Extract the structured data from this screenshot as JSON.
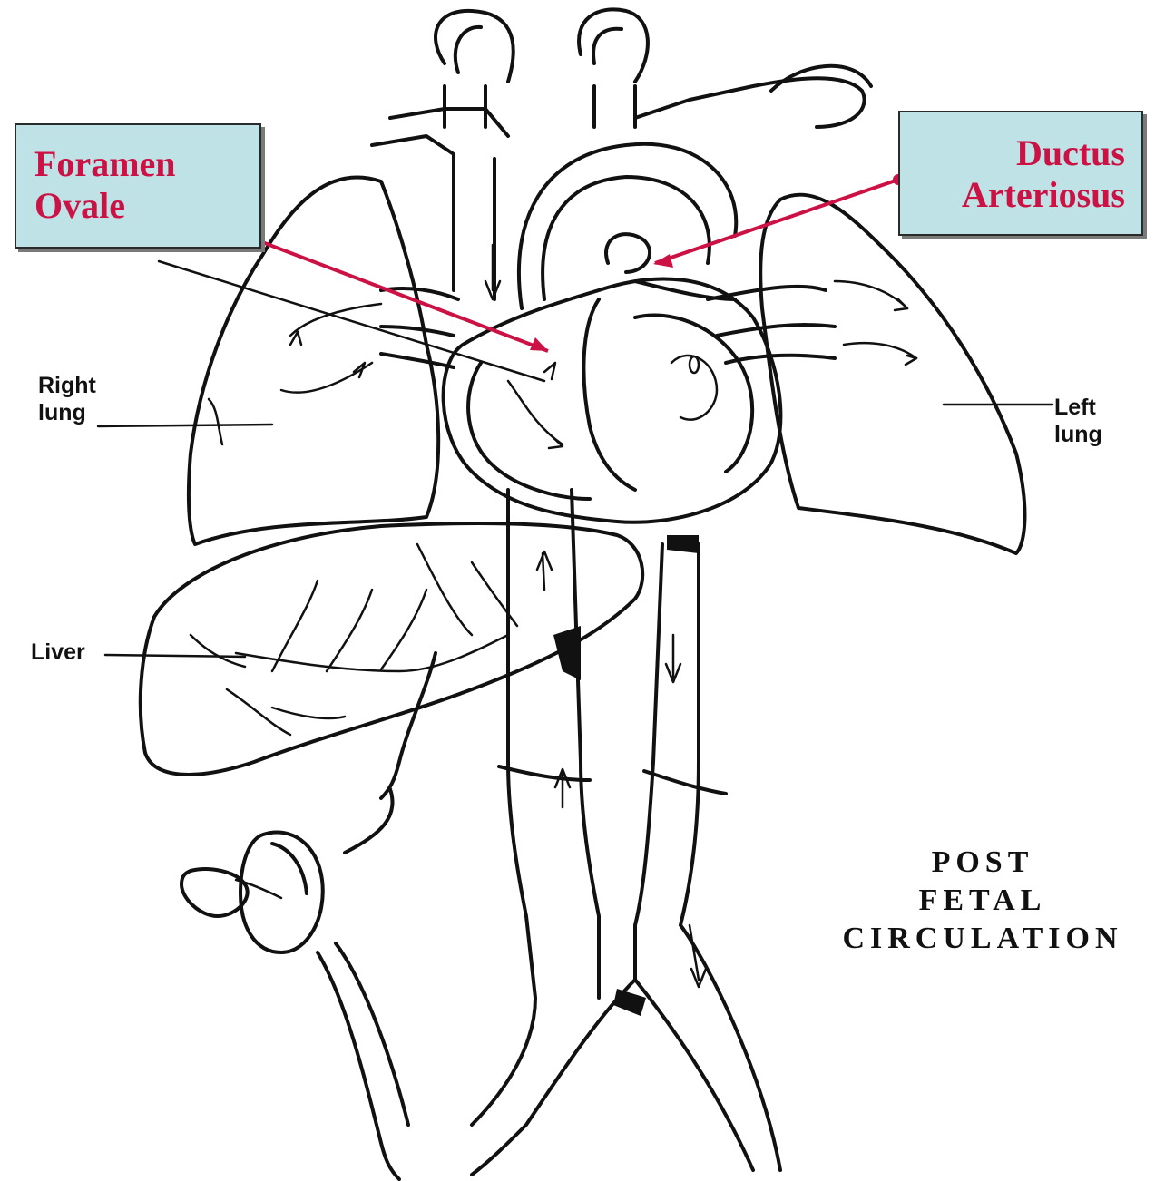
{
  "callouts": {
    "foramen_ovale": {
      "line1": "Foramen",
      "line2": "Ovale"
    },
    "ductus_arteriosus": {
      "line1": "Ductus",
      "line2": "Arteriosus"
    }
  },
  "labels": {
    "right_lung_line1": "Right",
    "right_lung_line2": "lung",
    "left_lung_line1": "Left",
    "left_lung_line2": "lung",
    "liver": "Liver"
  },
  "title": {
    "line1": "POST",
    "line2": "FETAL",
    "line3": "CIRCULATION"
  },
  "colors": {
    "callout_fill": "#bfe2e6",
    "callout_text": "#cc1144",
    "pointer_line": "#cc1144",
    "ink": "#111111"
  }
}
